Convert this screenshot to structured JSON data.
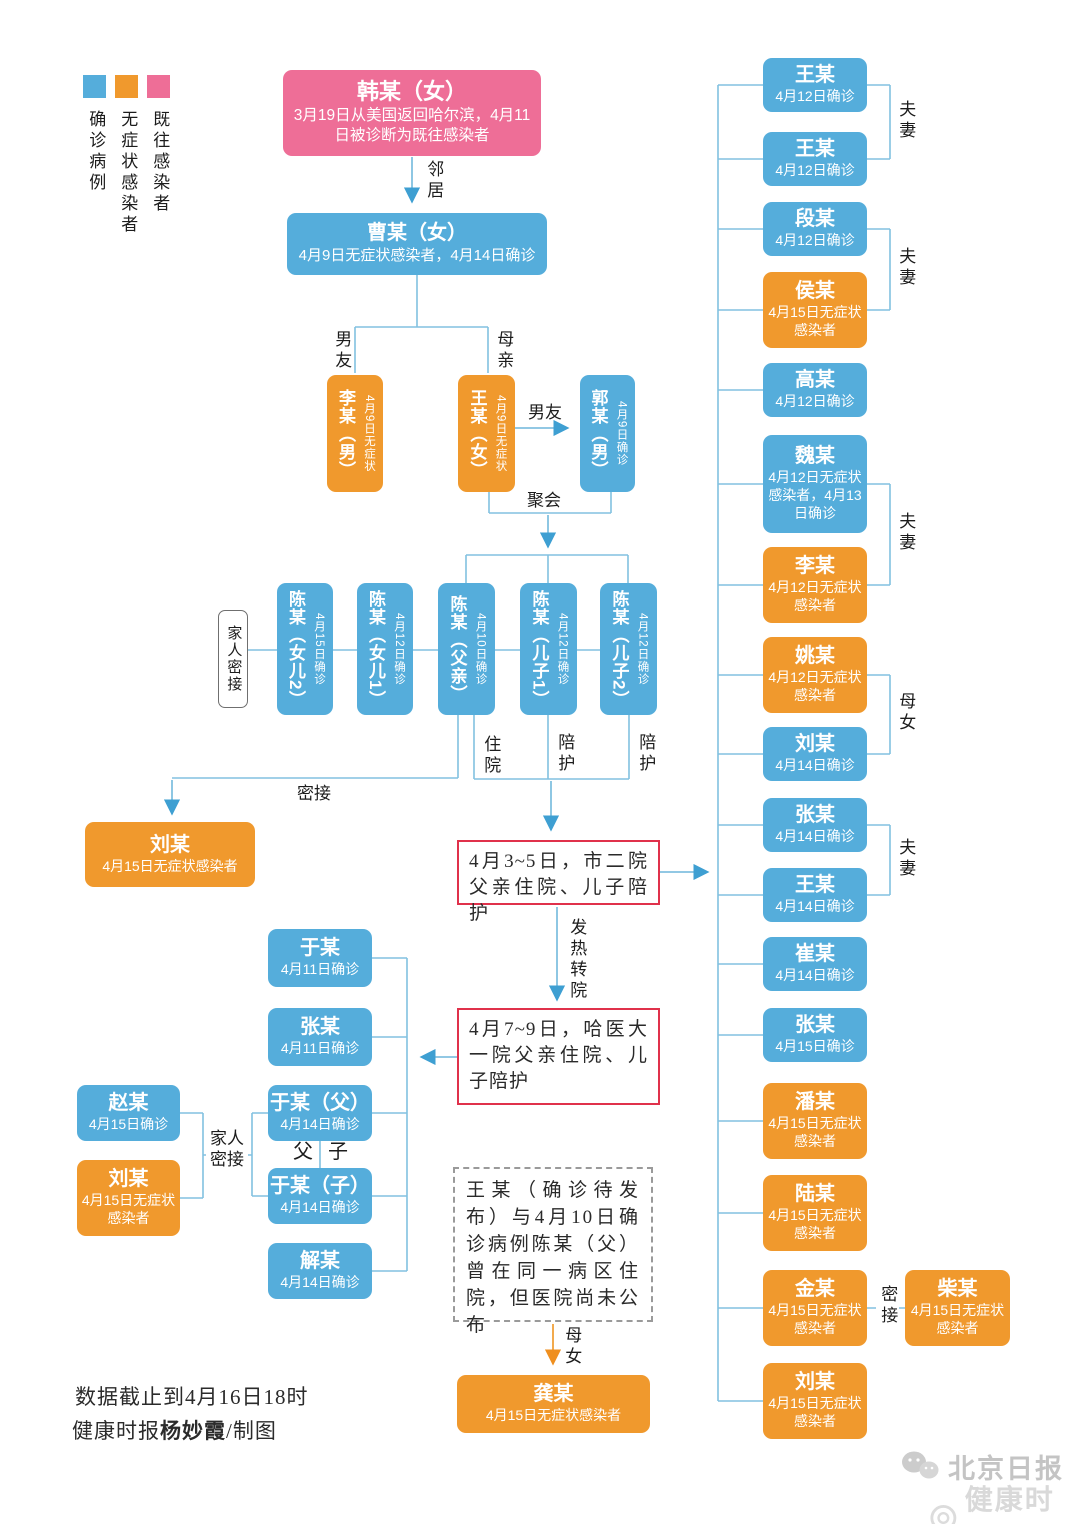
{
  "legend": {
    "confirmed": "确诊病例",
    "asymptomatic": "无症状感染者",
    "previous": "既往感染者"
  },
  "colors": {
    "confirmed_blue": "#55ADDB",
    "asymptomatic_orange": "#F0992D",
    "previous_pink": "#EE6E97",
    "line_blue": "#82C1E0",
    "red_border": "#E0314B"
  },
  "chain": {
    "han": {
      "name": "韩某（女）",
      "desc": "3月19日从美国返回哈尔滨，4月11日被诊断为既往感染者"
    },
    "cao": {
      "name": "曹某（女）",
      "desc": "4月9日无症状感染者，4月14日确诊"
    },
    "li_boyfriend": {
      "name": "李某（男）",
      "desc": "4月9日无症状"
    },
    "wang_girl": {
      "name": "王某（女）",
      "desc": "4月9日无症状"
    },
    "guo": {
      "name": "郭某（男）",
      "desc": "4月9日确诊"
    },
    "chen_daughter2": {
      "name": "陈某（女儿2）",
      "desc": "4月15日确诊"
    },
    "chen_daughter1": {
      "name": "陈某（女儿1）",
      "desc": "4月12日确诊"
    },
    "chen_father": {
      "name": "陈某（父亲）",
      "desc": "4月10日确诊"
    },
    "chen_son1": {
      "name": "陈某（儿子1）",
      "desc": "4月12日确诊"
    },
    "chen_son2": {
      "name": "陈某（儿子2）",
      "desc": "4月12日确诊"
    },
    "liu_contact": {
      "name": "刘某",
      "desc": "4月15日无症状感染者"
    },
    "hospital1": "4月3~5日，市二院父亲住院、儿子陪护",
    "hospital2": "4月7~9日，哈医大一院父亲住院、儿子陪护",
    "note": "王某（确诊待发布）与4月10日确诊病例陈某（父）曾在同一病区住院，但医院尚未公布",
    "gong": {
      "name": "龚某",
      "desc": "4月15日无症状感染者"
    }
  },
  "left_group": {
    "yu": {
      "name": "于某",
      "desc": "4月11日确诊"
    },
    "zhang": {
      "name": "张某",
      "desc": "4月11日确诊"
    },
    "yu_father": {
      "name": "于某（父）",
      "desc": "4月14日确诊"
    },
    "yu_son": {
      "name": "于某（子）",
      "desc": "4月14日确诊"
    },
    "xie": {
      "name": "解某",
      "desc": "4月14日确诊"
    },
    "zhao": {
      "name": "赵某",
      "desc": "4月15日确诊"
    },
    "liu": {
      "name": "刘某",
      "desc": "4月15日无症状感染者"
    }
  },
  "right_column": {
    "boxes": [
      {
        "name": "王某",
        "desc": "4月12日确诊"
      },
      {
        "name": "王某",
        "desc": "4月12日确诊"
      },
      {
        "name": "段某",
        "desc": "4月12日确诊"
      },
      {
        "name": "侯某",
        "desc": "4月15日无症状感染者"
      },
      {
        "name": "高某",
        "desc": "4月12日确诊"
      },
      {
        "name": "魏某",
        "desc": "4月12日无症状感染者，4月13日确诊"
      },
      {
        "name": "李某",
        "desc": "4月12日无症状感染者"
      },
      {
        "name": "姚某",
        "desc": "4月12日无症状感染者"
      },
      {
        "name": "刘某",
        "desc": "4月14日确诊"
      },
      {
        "name": "张某",
        "desc": "4月14日确诊"
      },
      {
        "name": "王某",
        "desc": "4月14日确诊"
      },
      {
        "name": "崔某",
        "desc": "4月14日确诊"
      },
      {
        "name": "张某",
        "desc": "4月15日确诊"
      },
      {
        "name": "潘某",
        "desc": "4月15日无症状感染者"
      },
      {
        "name": "陆某",
        "desc": "4月15日无症状感染者"
      },
      {
        "name": "金某",
        "desc": "4月15日无症状感染者"
      },
      {
        "name": "柴某",
        "desc": "4月15日无症状感染者"
      },
      {
        "name": "刘某",
        "desc": "4月15日无症状感染者"
      }
    ],
    "relations": [
      "夫妻",
      "夫妻",
      "夫妻",
      "母女",
      "夫妻"
    ],
    "close_contact": "密接"
  },
  "labels": {
    "neighbor": "邻居",
    "boyfriend_left": "男友",
    "mother": "母亲",
    "boyfriend_right": "男友",
    "party": "聚会",
    "family_contact_vertical": "家人密接",
    "hospitalized": "住院",
    "escort_1": "陪护",
    "escort_2": "陪护",
    "close_contact": "密接",
    "fever_transfer": "发热转院",
    "family_line1": "家人",
    "family_line2": "密接",
    "father": "父",
    "son": "子",
    "mother_daughter": "母女"
  },
  "footer": {
    "line1": "数据截止到4月16日18时",
    "credit_prefix": "健康时报",
    "credit_name": "杨妙霞",
    "credit_suffix": "/制图"
  },
  "watermark": {
    "primary": "北京日报",
    "secondary": "健康时报"
  }
}
